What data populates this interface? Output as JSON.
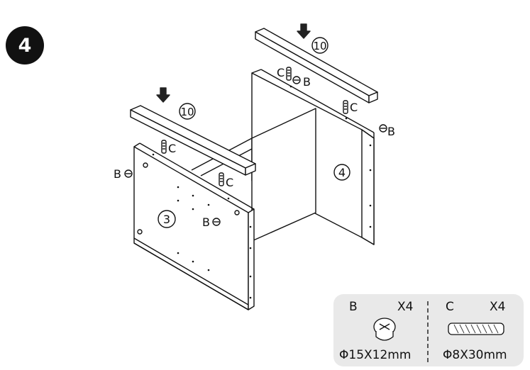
{
  "step": {
    "number": "4"
  },
  "panels": {
    "panel_3": "3",
    "panel_4": "4",
    "rail_front": "10",
    "rail_back": "10"
  },
  "callouts": {
    "b_left": "B",
    "b_mid": "B",
    "b_top": "B",
    "b_right": "B",
    "c_left": "C",
    "c_mid": "C",
    "c_top": "C",
    "c_right": "C"
  },
  "legend": {
    "b": {
      "letter": "B",
      "qty": "X4",
      "size": "Φ15X12mm",
      "icon": "cam-lock-icon"
    },
    "c": {
      "letter": "C",
      "qty": "X4",
      "size": "Φ8X30mm",
      "icon": "wooden-dowel-icon"
    }
  }
}
